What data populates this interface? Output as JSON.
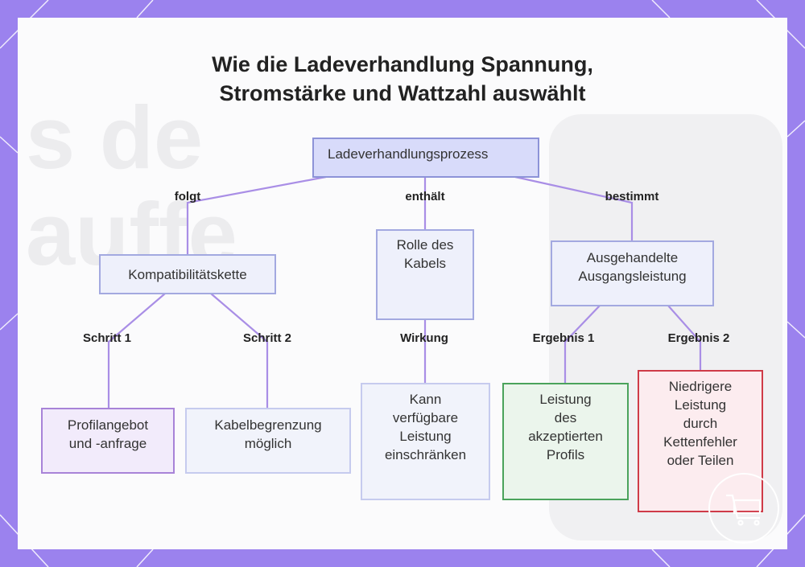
{
  "title": {
    "line1": "Wie die Ladeverhandlung Spannung,",
    "line2": "Stromstärke und Wattzahl auswählt"
  },
  "nodes": {
    "root": "Ladeverhandlungsprozess",
    "compat": "Kompatibilitätskette",
    "cable_role": "Rolle des\nKabels",
    "output": "Ausgehandelte\nAusgangsleistung",
    "profile": "Profilangebot\nund -anfrage",
    "cable_limit": "Kabelbegrenzung\nmöglich",
    "restrict": "Kann\nverfügbare\nLeistung\neinschränken",
    "accepted": "Leistung\ndes\nakzeptierten\nProfils",
    "lower": "Niedrigere\nLeistung\ndurch\nKettenfehler\noder Teilen"
  },
  "edges": {
    "follows": "folgt",
    "contains": "enthält",
    "determines": "bestimmt",
    "step1": "Schritt 1",
    "step2": "Schritt 2",
    "effect": "Wirkung",
    "result1": "Ergebnis 1",
    "result2": "Ergebnis 2"
  },
  "icons": {
    "cart": "shopping-cart-icon"
  },
  "colors": {
    "frame": "#9b82ee",
    "root_fill": "#d8dbfa",
    "connector": "#a98ee6",
    "green_border": "#4aa35b",
    "red_border": "#cf3b48",
    "purple_border": "#a883d8"
  }
}
